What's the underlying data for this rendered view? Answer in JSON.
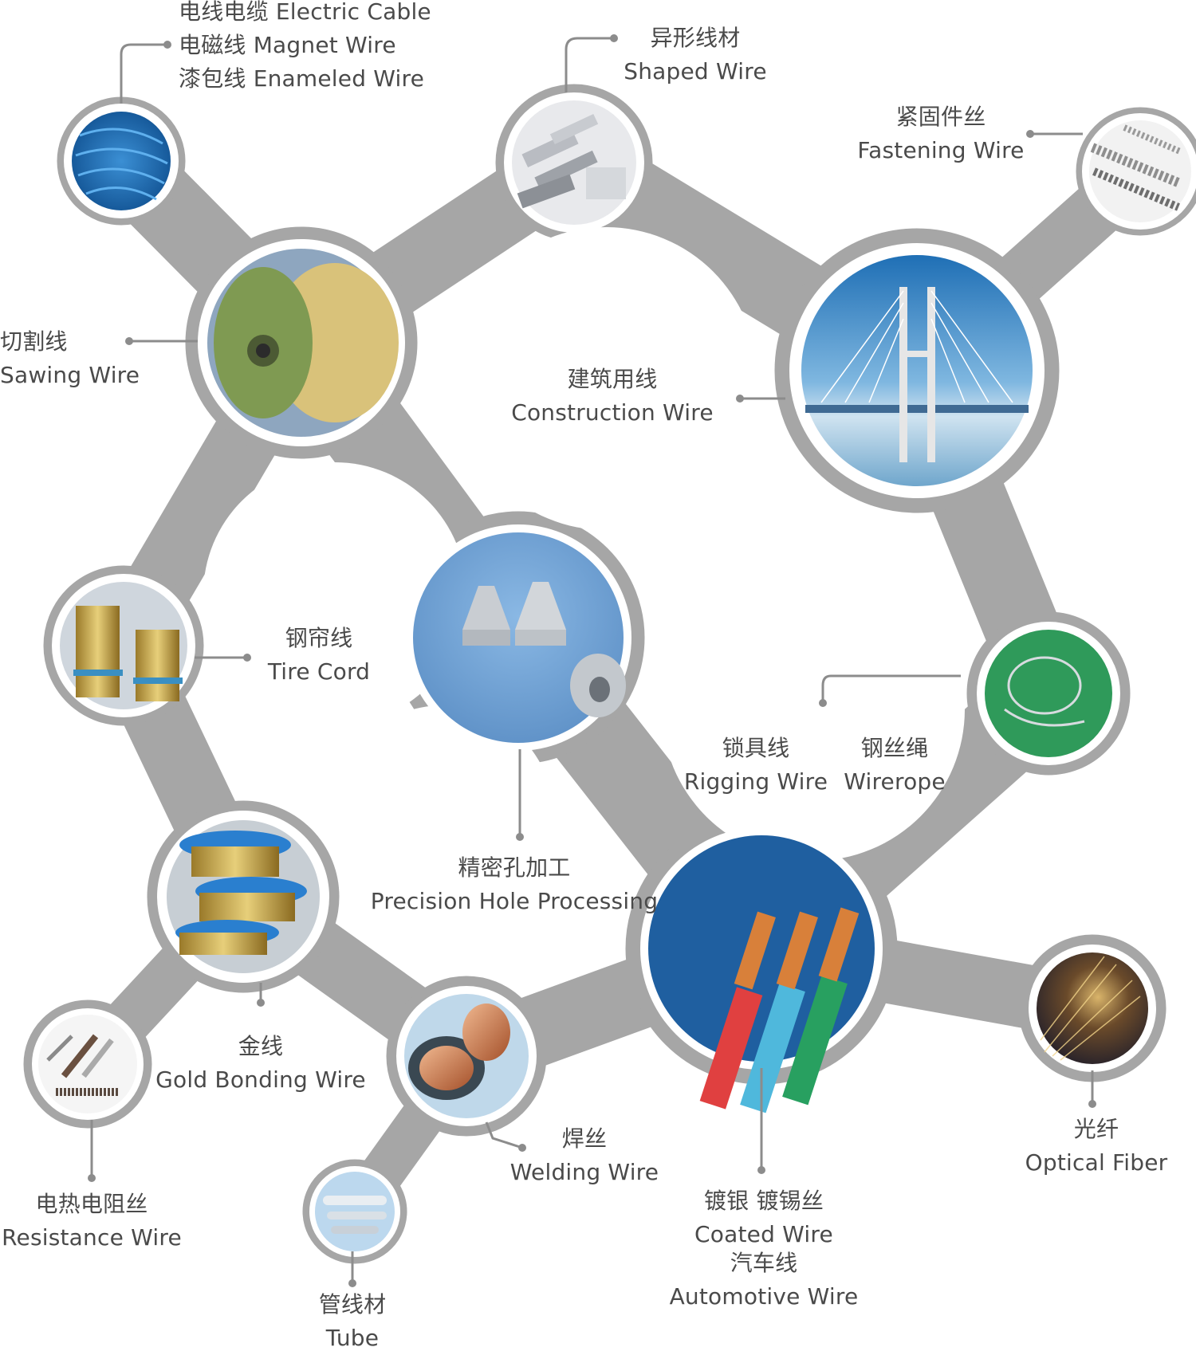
{
  "labels": {
    "electric_cable": "电线电缆 Electric Cable",
    "magnet_wire": "电磁线 Magnet Wire",
    "enameled_wire": "漆包线 Enameled Wire",
    "shaped_zh": "异形线材",
    "shaped_en": "Shaped Wire",
    "fastening_zh": "紧固件丝",
    "fastening_en": "Fastening Wire",
    "sawing_zh": "切割线",
    "sawing_en": "Sawing Wire",
    "construction_zh": "建筑用线",
    "construction_en": "Construction Wire",
    "tirecord_zh": "钢帘线",
    "tirecord_en": "Tire Cord",
    "rigging_zh": "锁具线",
    "rigging_en": "Rigging Wire",
    "wirerope_zh": "钢丝绳",
    "wirerope_en": "Wirerope",
    "precision_zh": "精密孔加工",
    "precision_en": "Precision Hole Processing",
    "gold_zh": "金线",
    "gold_en": "Gold Bonding Wire",
    "welding_zh": "焊丝",
    "welding_en": "Welding Wire",
    "resistance_zh": "电热电阻丝",
    "resistance_en": "Resistance Wire",
    "coated_zh": "镀银 镀锡丝",
    "coated_en": "Coated Wire",
    "automotive_zh": "汽车线",
    "automotive_en": "Automotive Wire",
    "optical_zh": "光纤",
    "optical_en": "Optical Fiber",
    "tube_zh": "管线材",
    "tube_en": "Tube"
  },
  "colors": {
    "network_gray": "#a6a6a6",
    "connector_gray": "#8c8c8c",
    "text": "#4a4a4a"
  },
  "icons": {
    "electric_cable": "blue-cable-coil-photo",
    "shaped_wire": "shaped-metal-bars-photo",
    "fastening_wire": "threaded-rods-photo",
    "sawing_wire": "wire-spool-photo",
    "construction_wire": "cable-stayed-bridge-photo",
    "tire_cord": "brass-wire-spools-photo",
    "precision_hole": "metal-nozzles-photo",
    "wirerope": "steel-wire-rope-photo",
    "gold_bonding": "gold-wire-spools-photo",
    "welding_wire": "copper-welding-spool-photo",
    "resistance_wire": "heating-elements-photo",
    "automotive_wire": "colored-cables-photo",
    "optical_fiber": "fiber-optic-strands-photo",
    "tube": "metal-tubes-photo"
  }
}
